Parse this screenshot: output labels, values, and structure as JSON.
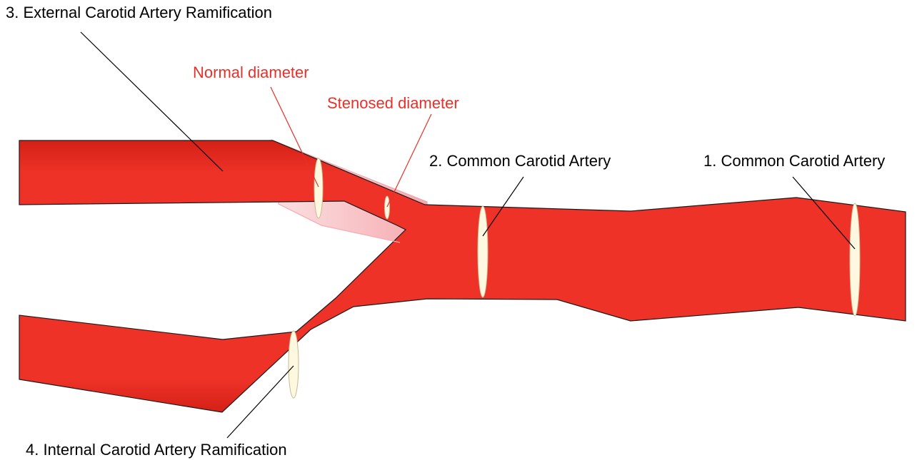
{
  "labels": {
    "external_ramification": "3. External Carotid Artery Ramification",
    "normal_diameter": "Normal diameter",
    "stenosed_diameter": "Stenosed diameter",
    "common_carotid_2": "2. Common Carotid Artery",
    "common_carotid_1": "1. Common Carotid Artery",
    "internal_ramification": "4. Internal Carotid Artery Ramification"
  },
  "colors": {
    "vessel_fill": "#ee3228",
    "vessel_edge": "#b01810",
    "annotation_red": "#e8302a",
    "section_fill": "#fff8e0",
    "leader_line": "#000000",
    "background": "#ffffff"
  }
}
